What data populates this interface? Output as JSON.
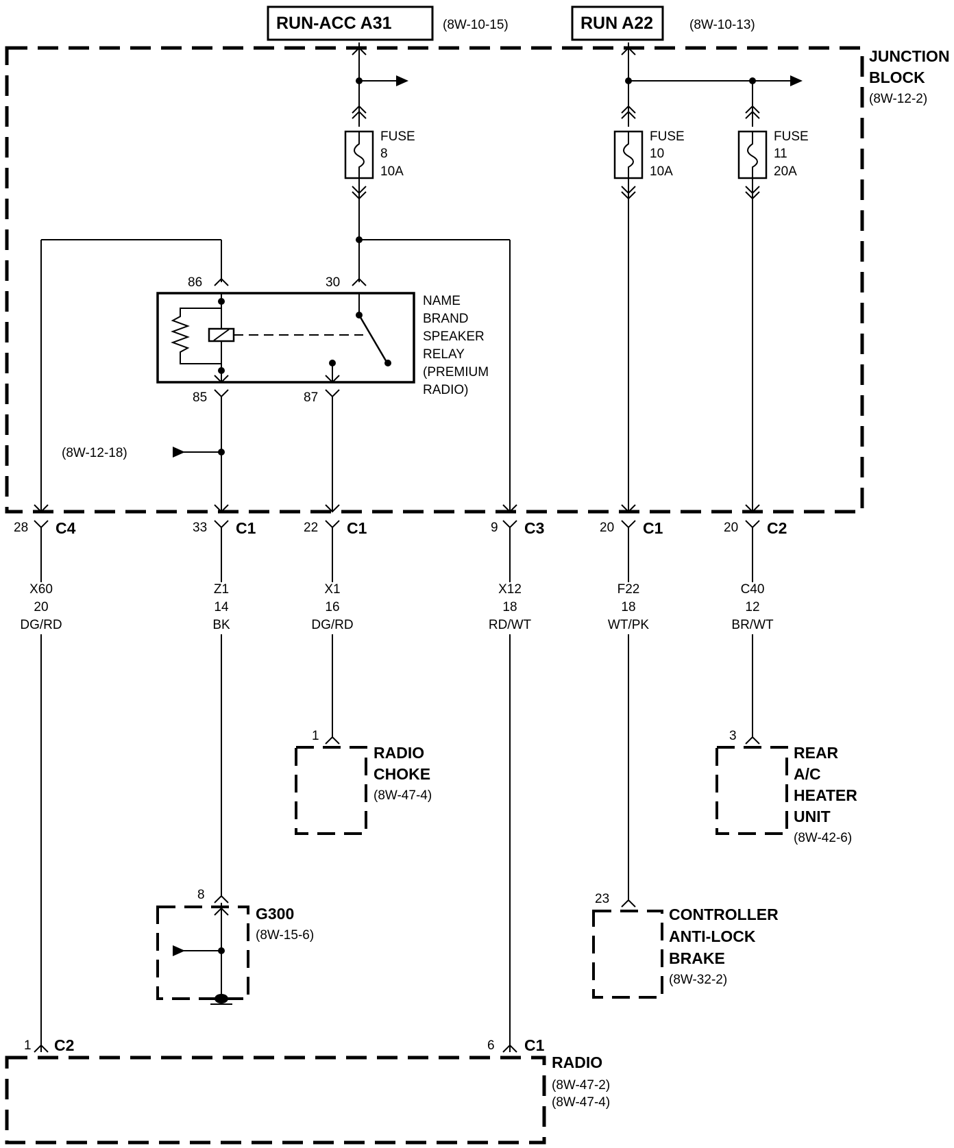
{
  "sources": {
    "run_acc": {
      "label": "RUN-ACC A31",
      "ref": "(8W-10-15)"
    },
    "run": {
      "label": "RUN A22",
      "ref": "(8W-10-13)"
    }
  },
  "junction_block": {
    "line1": "JUNCTION",
    "line2": "BLOCK",
    "ref": "(8W-12-2)"
  },
  "fuses": [
    {
      "word": "FUSE",
      "number": "8",
      "rating": "10A"
    },
    {
      "word": "FUSE",
      "number": "10",
      "rating": "10A"
    },
    {
      "word": "FUSE",
      "number": "11",
      "rating": "20A"
    }
  ],
  "relay": {
    "lines": [
      "NAME",
      "BRAND",
      "SPEAKER",
      "RELAY",
      "(PREMIUM",
      "RADIO)"
    ],
    "pins": {
      "p86": "86",
      "p30": "30",
      "p85": "85",
      "p87": "87"
    }
  },
  "splice_ref": "(8W-12-18)",
  "connectors": [
    {
      "pin": "28",
      "name": "C4"
    },
    {
      "pin": "33",
      "name": "C1"
    },
    {
      "pin": "22",
      "name": "C1"
    },
    {
      "pin": "9",
      "name": "C3"
    },
    {
      "pin": "20",
      "name": "C1"
    },
    {
      "pin": "20",
      "name": "C2"
    }
  ],
  "wires": [
    {
      "code": "X60",
      "gauge": "20",
      "color": "DG/RD"
    },
    {
      "code": "Z1",
      "gauge": "14",
      "color": "BK"
    },
    {
      "code": "X1",
      "gauge": "16",
      "color": "DG/RD"
    },
    {
      "code": "X12",
      "gauge": "18",
      "color": "RD/WT"
    },
    {
      "code": "F22",
      "gauge": "18",
      "color": "WT/PK"
    },
    {
      "code": "C40",
      "gauge": "12",
      "color": "BR/WT"
    }
  ],
  "components": {
    "radio_choke": {
      "pin": "1",
      "line1": "RADIO",
      "line2": "CHOKE",
      "ref": "(8W-47-4)"
    },
    "rear_ac": {
      "pin": "3",
      "line1": "REAR",
      "line2": "A/C",
      "line3": "HEATER",
      "line4": "UNIT",
      "ref": "(8W-42-6)"
    },
    "g300": {
      "pin": "8",
      "name": "G300",
      "ref": "(8W-15-6)"
    },
    "abs": {
      "pin": "23",
      "line1": "CONTROLLER",
      "line2": "ANTI-LOCK",
      "line3": "BRAKE",
      "ref": "(8W-32-2)"
    },
    "radio": {
      "name": "RADIO",
      "ref1": "(8W-47-2)",
      "ref2": "(8W-47-4)",
      "c2": {
        "pin": "1",
        "name": "C2"
      },
      "c1": {
        "pin": "6",
        "name": "C1"
      }
    }
  }
}
